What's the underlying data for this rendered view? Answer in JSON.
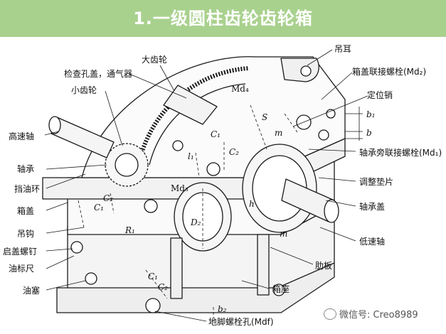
{
  "title": "1.一级圆柱齿轮齿轮箱",
  "colors": {
    "header_bg": "#a9d18e",
    "title_text": "#ffffff",
    "line": "#1a1a1a"
  },
  "labels": {
    "big_gear": "大齿轮",
    "lifting_lug": "吊耳",
    "inspection_cover": "检查孔盖，通气器",
    "cover_bolt": "箱盖联接螺栓(Md₂)",
    "small_gear": "小齿轮",
    "dowel_pin": "定位销",
    "high_speed_shaft": "高速轴",
    "bearing_side_bolt": "轴承旁联接螺栓(Md₁)",
    "bearing": "轴承",
    "oil_ring": "挡油环",
    "shim": "调整垫片",
    "box_cover": "箱盖",
    "bearing_cap": "轴承盖",
    "hook": "吊钩",
    "jack_screw": "启盖螺钉",
    "low_speed_shaft": "低速轴",
    "dipstick": "油标尺",
    "rib": "肋板",
    "drain_plug": "油塞",
    "base": "箱座",
    "anchor_bolt_hole": "地脚螺栓孔(Mdf)"
  },
  "dimensions": {
    "md4": "Md₄",
    "md3": "Md₃",
    "s": "S",
    "m_top": "m",
    "b1": "b₁",
    "b": "b",
    "c1_a": "C₁",
    "c2_a": "C₂",
    "l1": "l₁",
    "h": "h",
    "d2": "D₂",
    "c2_b": "C₂",
    "c1_b": "C₁",
    "r1": "R₁",
    "m_bottom": "m",
    "c1_c": "C₁",
    "c2_c": "C₂",
    "b2": "b₂"
  },
  "watermark": "微信号: Creo8989"
}
